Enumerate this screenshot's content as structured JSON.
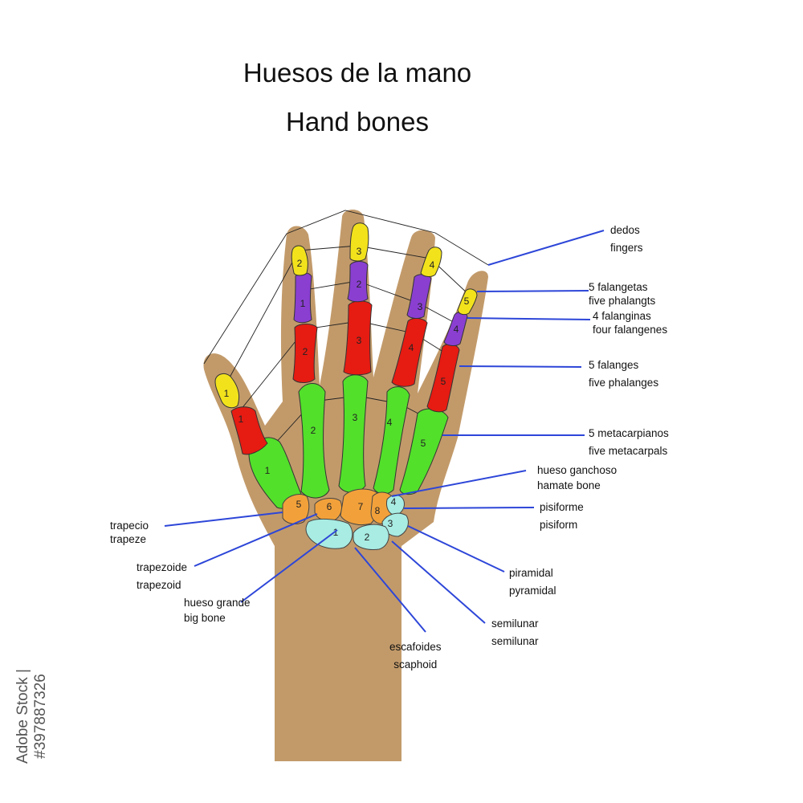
{
  "title_es": "Huesos de la mano",
  "title_en": "Hand bones",
  "stock_id": "Adobe Stock | #397887326",
  "colors": {
    "skin": "#c29a6a",
    "distal": "#f2e21c",
    "middle": "#8a3fd1",
    "proximal": "#e61b12",
    "metacarpal": "#52e02a",
    "carpal_orange": "#f2a13a",
    "carpal_cyan": "#a8ece3",
    "pointer": "#2d46d8"
  },
  "finger_numbers": {
    "distal": [
      "1",
      "2",
      "3",
      "4",
      "5"
    ],
    "middle": [
      "1",
      "2",
      "3",
      "4"
    ],
    "proximal": [
      "1",
      "2",
      "3",
      "4",
      "5"
    ],
    "metacarpal": [
      "1",
      "2",
      "3",
      "4",
      "5"
    ]
  },
  "carpal_numbers": [
    "1",
    "2",
    "3",
    "4",
    "5",
    "6",
    "7",
    "8"
  ],
  "labels": {
    "dedos": [
      "dedos",
      "fingers"
    ],
    "falangetas": [
      "5 falangetas",
      "five phalangts"
    ],
    "falanginas": [
      "4 falanginas",
      "four falangenes"
    ],
    "falanges": [
      "5 falanges",
      "five phalanges"
    ],
    "metacarpianos": [
      "5 metacarpianos",
      "five metacarpals"
    ],
    "ganchoso": [
      "hueso ganchoso",
      "hamate bone"
    ],
    "pisiforme": [
      "pisiforme",
      "pisiform"
    ],
    "piramidal": [
      "piramidal",
      "pyramidal"
    ],
    "semilunar": [
      "semilunar",
      "semilunar"
    ],
    "escafoides": [
      "escafoides",
      "scaphoid"
    ],
    "grande": [
      "hueso grande",
      "big bone"
    ],
    "trapezoide": [
      "trapezoide",
      "trapezoid"
    ],
    "trapecio": [
      "trapecio",
      "trapeze"
    ]
  }
}
